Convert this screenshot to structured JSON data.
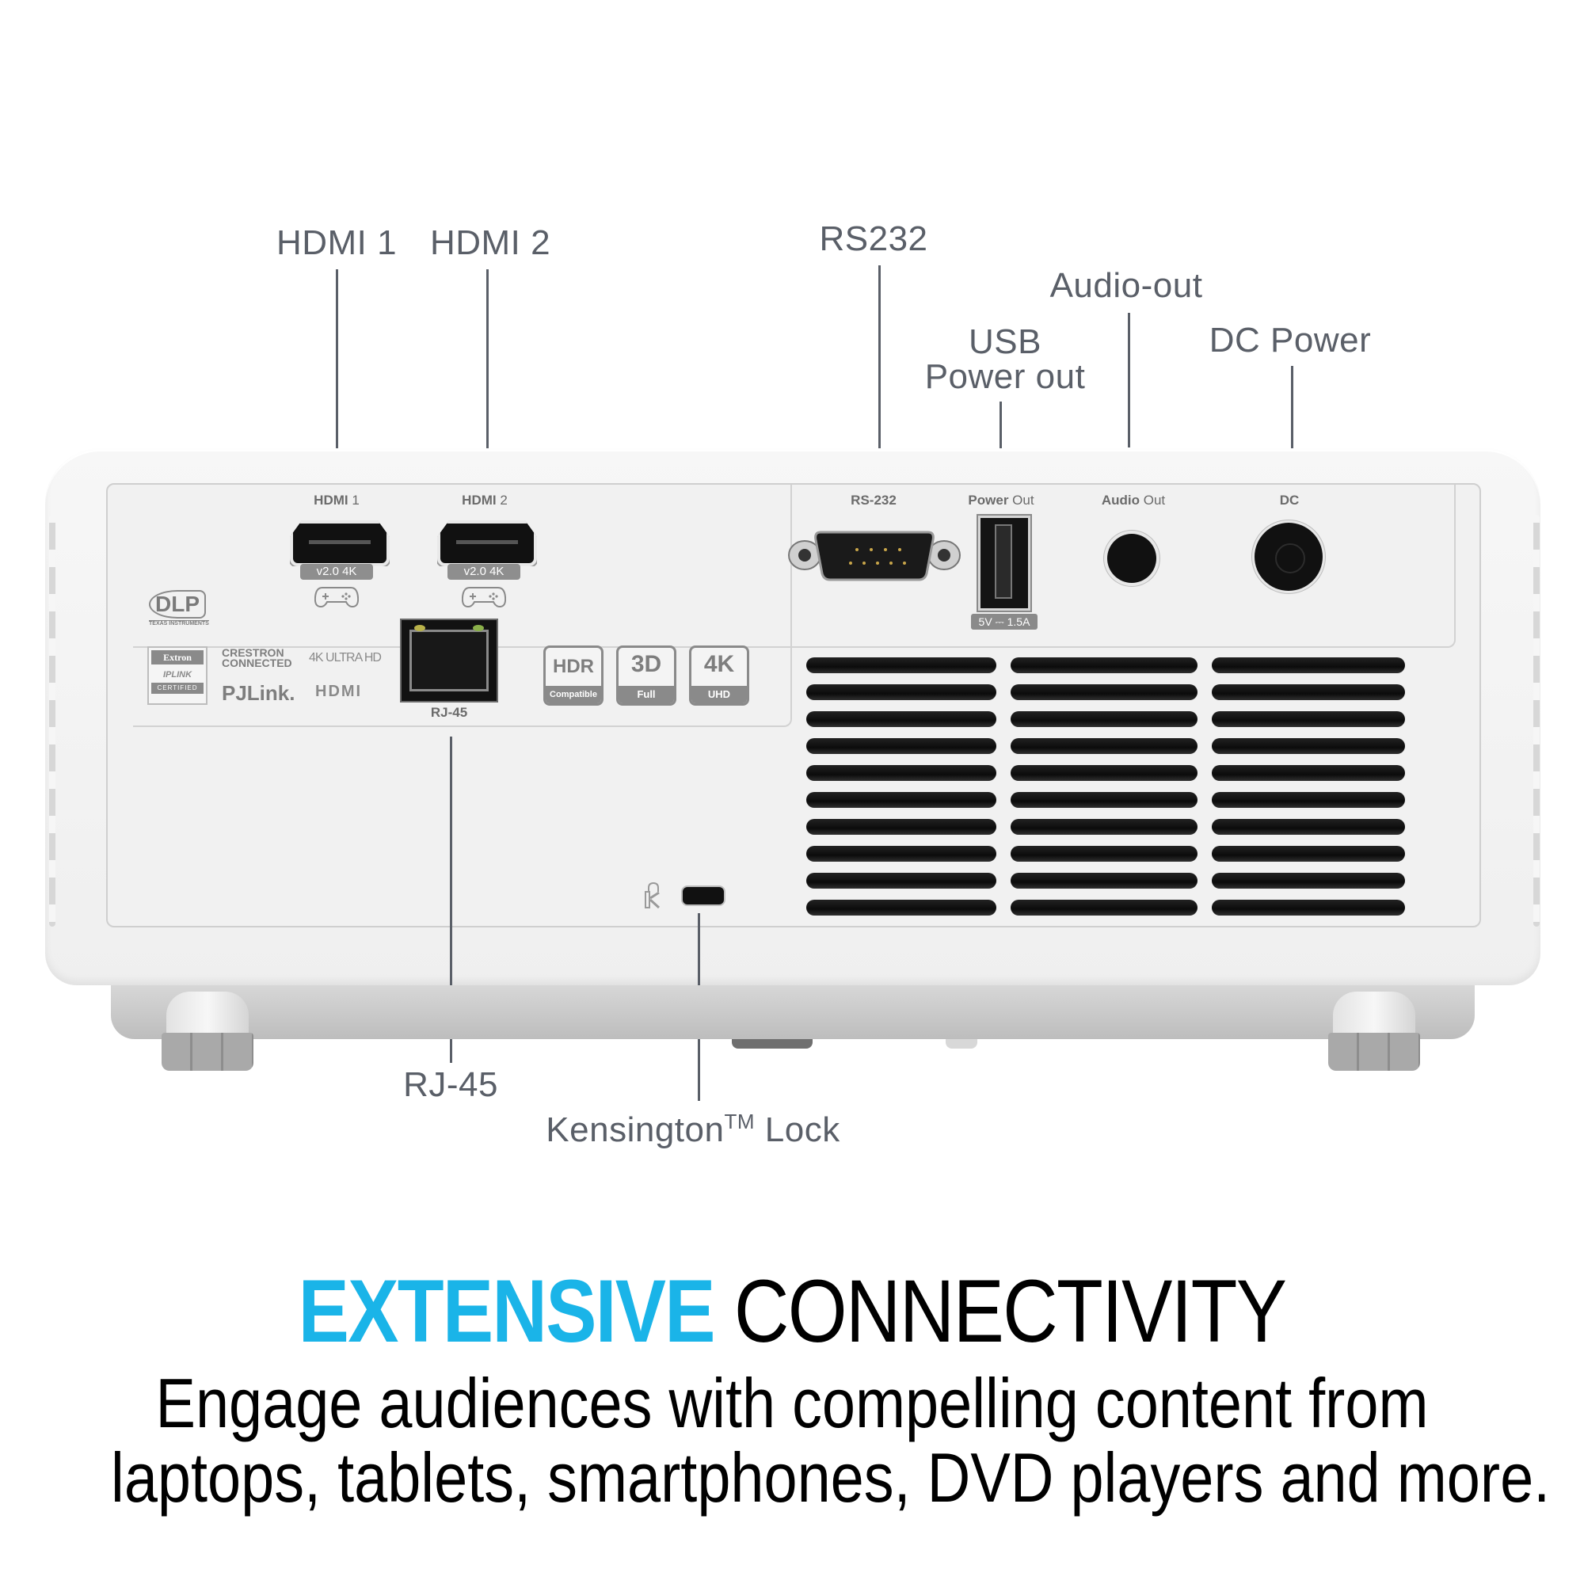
{
  "callouts": {
    "hdmi1": "HDMI 1",
    "hdmi2": "HDMI 2",
    "rs232": "RS232",
    "audio_out": "Audio-out",
    "usb_line1": "USB",
    "usb_line2": "Power out",
    "dc_power": "DC Power",
    "rj45": "RJ-45",
    "kensington": "Kensington",
    "kensington_tm": "TM",
    "kensington_suffix": "Lock"
  },
  "panel_labels": {
    "hdmi1_bold": "HDMI",
    "hdmi1_num": "1",
    "hdmi2_bold": "HDMI",
    "hdmi2_num": "2",
    "hdmi_version": "v2.0 4K",
    "rs232": "RS-232",
    "power_bold": "Power",
    "power_light": "Out",
    "audio_bold": "Audio",
    "audio_light": "Out",
    "dc": "DC",
    "rj45": "RJ-45",
    "usb_rating": "5V ⎓ 1.5A"
  },
  "certifications": {
    "dlp": "DLP",
    "dlp_sub": "TEXAS INSTRUMENTS",
    "extron": "Extron",
    "iplink": "IPLINK",
    "certified": "CERTIFIED",
    "crestron_1": "CRESTRON",
    "crestron_2": "CONNECTED",
    "ultrahd": "4K ULTRA HD",
    "pjlink": "PJLink.",
    "hdmi_logo": "HDMI"
  },
  "feature_badges": [
    {
      "big": "HDR",
      "small": "Compatible"
    },
    {
      "big": "3D",
      "small": "Full"
    },
    {
      "big": "4K",
      "small": "UHD"
    }
  ],
  "icons": {
    "gamepad": "gamepad-icon",
    "kensington": "kensington-lock-icon"
  },
  "headline": {
    "accent": "EXTENSIVE",
    "plain": "CONNECTIVITY"
  },
  "body": {
    "line1": "Engage audiences with compelling content from",
    "line2": "laptops, tablets, smartphones, DVD players and more."
  },
  "colors": {
    "accent": "#1ab4e8",
    "callout_text": "#5a5f68",
    "body_text": "#000000"
  }
}
